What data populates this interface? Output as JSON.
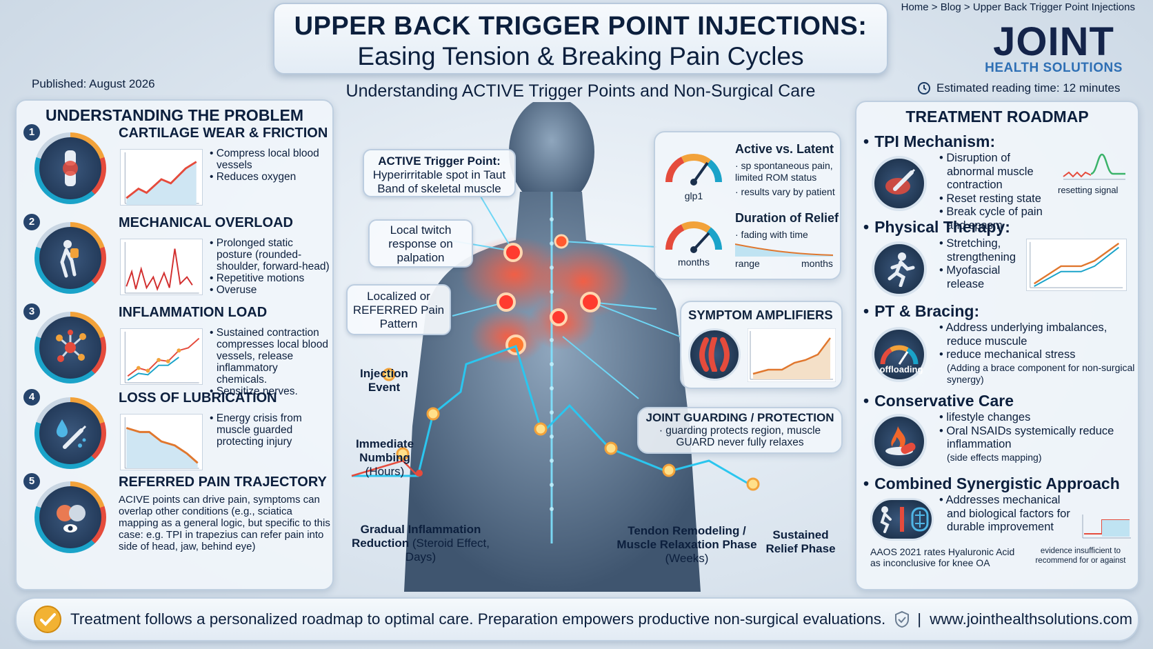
{
  "header": {
    "title_line1": "UPPER BACK TRIGGER POINT INJECTIONS:",
    "title_line2": "Easing Tension & Breaking Pain Cycles",
    "subtitle": "Understanding ACTIVE Trigger Points and Non-Surgical Care",
    "published": "Published: August 2026",
    "breadcrumb": [
      "Home",
      "Blog",
      "Upper Back Trigger Point Injections"
    ],
    "breadcrumb_sep": " > ",
    "logo_main": "JOINT",
    "logo_sub": "HEALTH SOLUTIONS",
    "reading_time": "Estimated reading time: 12  minutes"
  },
  "left_panel": {
    "title": "UNDERSTANDING THE PROBLEM",
    "items": [
      {
        "num": "1",
        "title": "CARTILAGE WEAR & FRICTION",
        "bullets": [
          "• Compress local blood vessels",
          "• Reduces oxygen"
        ]
      },
      {
        "num": "2",
        "title": "MECHANICAL OVERLOAD",
        "bullets": [
          "• Prolonged static posture (rounded-shoulder, forward-head)",
          "• Repetitive motions",
          "• Overuse"
        ]
      },
      {
        "num": "3",
        "title": "INFLAMMATION LOAD",
        "bullets": [
          "• Sustained contraction compresses local blood vessels, release inflammatory chemicals.",
          "• Sensitize nerves."
        ]
      },
      {
        "num": "4",
        "title": "LOSS OF LUBRICATION",
        "bullets": [
          "• Energy crisis from muscle guarded protecting injury"
        ]
      },
      {
        "num": "5",
        "title": "REFERRED PAIN TRAJECTORY",
        "text": "ACIVE points can drive pain, symptoms can overlap other conditions (e.g., sciatica mapping as a general logic, but specific to this case: e.g. TPI in trapezius can refer pain into side of head, jaw, behind eye)"
      }
    ]
  },
  "center": {
    "callouts": {
      "active_title": "ACTIVE Trigger Point:",
      "active_text": "Hyperirritable spot in Taut Band of skeletal muscle",
      "twitch": "Local twitch response on palpation",
      "referred": "Localized or REFERRED Pain Pattern"
    },
    "timeline": {
      "injection": "Injection Event",
      "numbing_title": "Immediate Numbing",
      "numbing_sub": "(Hours)",
      "inflammation_title": "Gradual Inflammation Reduction",
      "inflammation_sub": "(Steroid Effect, Days)",
      "tendon_title": "Tendon Remodeling / Muscle Relaxation Phase",
      "tendon_sub": "(Weeks)",
      "sustained_title": "Sustained Relief Phase"
    },
    "active_latent": {
      "title": "Active vs. Latent",
      "bullets": [
        "· sp spontaneous pain, limited ROM status",
        "· results vary by patient"
      ],
      "gauge_label": "glp1"
    },
    "duration": {
      "title": "Duration of Relief",
      "bullet": "· fading with time",
      "gauge_label": "months",
      "axis_left": "range",
      "axis_right": "months"
    },
    "symptom": {
      "title": "SYMPTOM AMPLIFIERS"
    },
    "guard": {
      "title": "JOINT GUARDING / PROTECTION",
      "text": "· guarding protects region, muscle GUARD never fully relaxes"
    }
  },
  "right_panel": {
    "title": "TREATMENT ROADMAP",
    "tpi": {
      "title": "TPI Mechanism:",
      "bullets": [
        "• Disruption of abnormal muscle contraction",
        "• Reset resting state",
        "• Break cycle of pain and spasm"
      ],
      "chart_label": "resetting signal"
    },
    "pt": {
      "title": "Physical Therapy:",
      "bullets": [
        "• Stretching, strengthening",
        "• Myofascial release"
      ]
    },
    "bracing": {
      "title": "PT & Bracing:",
      "bullets": [
        "• Address underlying imbalances, reduce muscule",
        "• reduce mechanical stress"
      ],
      "note": "(Adding a brace component for non-surgical synergy)",
      "icon_label": "offloading"
    },
    "conservative": {
      "title": "Conservative Care",
      "bullets": [
        "• lifestyle changes",
        "• Oral NSAIDs systemically reduce inflammation"
      ],
      "note": "(side effects mapping)"
    },
    "combined": {
      "title": "Combined Synergistic Approach",
      "bullets": [
        "• Addresses mechanical and biological factors for durable improvement"
      ],
      "aaos": "AAOS 2021 rates Hyaluronic Acid as inconclusive for knee OA",
      "evidence": "evidence insufficient to recommend for or against"
    }
  },
  "footer": {
    "text": "Treatment follows a personalized roadmap to optimal care. Preparation empowers productive non-surgical evaluations.",
    "separator": "|",
    "url": "www.jointhealthsolutions.com"
  },
  "colors": {
    "navy": "#0c1f3d",
    "accent_blue": "#2e6fb4",
    "red": "#e54b3c",
    "cyan": "#1aa3c9",
    "orange": "#f2a23a"
  }
}
